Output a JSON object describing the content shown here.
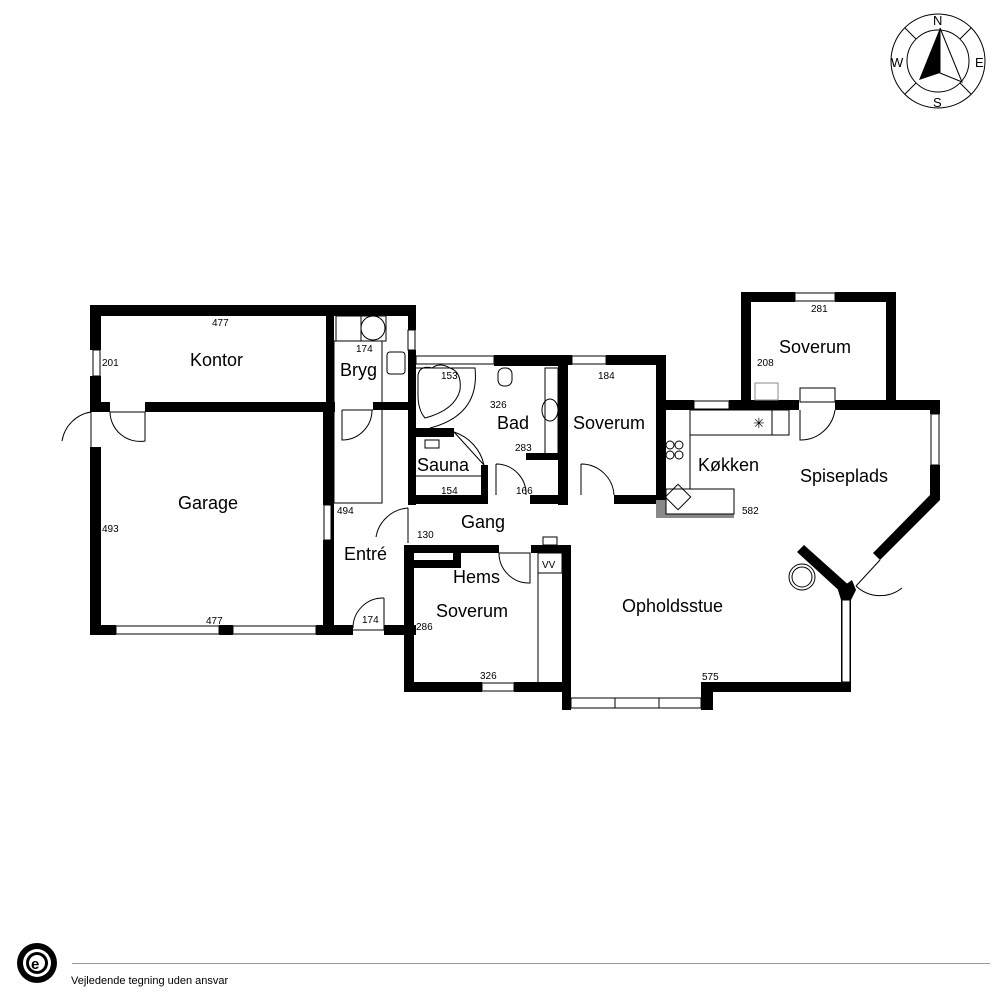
{
  "compass": {
    "north": "N",
    "south": "S",
    "east": "E",
    "west": "W"
  },
  "rooms": {
    "kontor": "Kontor",
    "bryg": "Bryg",
    "garage": "Garage",
    "entre": "Entré",
    "sauna": "Sauna",
    "bad": "Bad",
    "soverum1": "Soverum",
    "soverum2": "Soverum",
    "soverum3": "Soverum",
    "gang": "Gang",
    "hems": "Hems",
    "kokken": "Køkken",
    "spiseplads": "Spiseplads",
    "opholdsstue": "Opholdsstue",
    "vv": "VV"
  },
  "dimensions": {
    "kontor_w": "477",
    "kontor_h": "201",
    "bryg": "174",
    "garage_h": "493",
    "garage_w": "477",
    "entre_h": "494",
    "gang": "130",
    "entre_w": "174",
    "bad_w": "153",
    "bad_h": "326",
    "bad_d": "283",
    "sauna": "154",
    "bad_door": "166",
    "soverum1": "184",
    "soverum2_w": "281",
    "soverum2_h": "208",
    "kokken": "582",
    "soverum3_h": "286",
    "soverum3_w": "326",
    "opholdsstue": "575"
  },
  "footer": {
    "disclaimer": "Vejledende tegning uden ansvar",
    "logo": "e"
  }
}
